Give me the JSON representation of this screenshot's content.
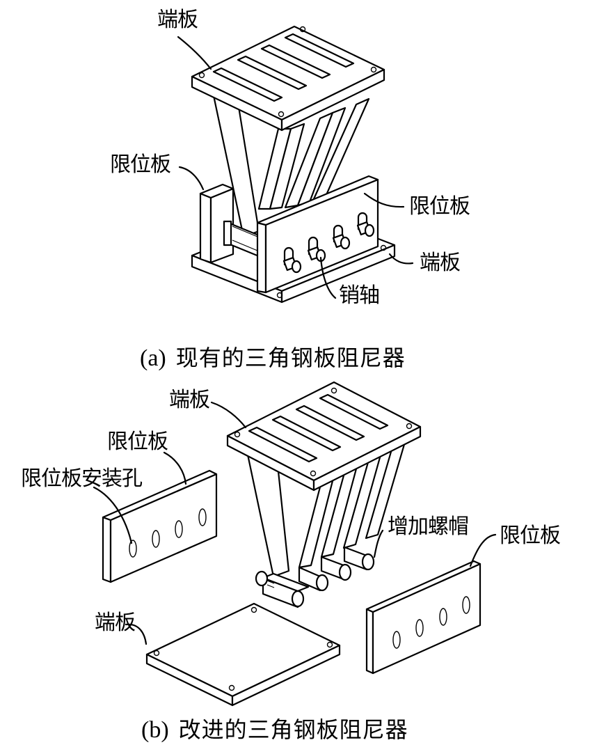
{
  "figure_a": {
    "caption_tag": "(a)",
    "caption_text": "现有的三角钢板阻尼器",
    "labels": {
      "top_end_plate": "端板",
      "left_limit_plate": "限位板",
      "right_limit_plate": "限位板",
      "bottom_end_plate": "端板",
      "pin_shaft": "销轴"
    }
  },
  "figure_b": {
    "caption_tag": "(b)",
    "caption_text": "改进的三角钢板阻尼器",
    "labels": {
      "top_end_plate": "端板",
      "left_limit_plate": "限位板",
      "limit_plate_mounting_hole": "限位板安装孔",
      "added_nut": "增加螺帽",
      "right_limit_plate": "限位板",
      "bottom_end_plate": "端板"
    }
  }
}
